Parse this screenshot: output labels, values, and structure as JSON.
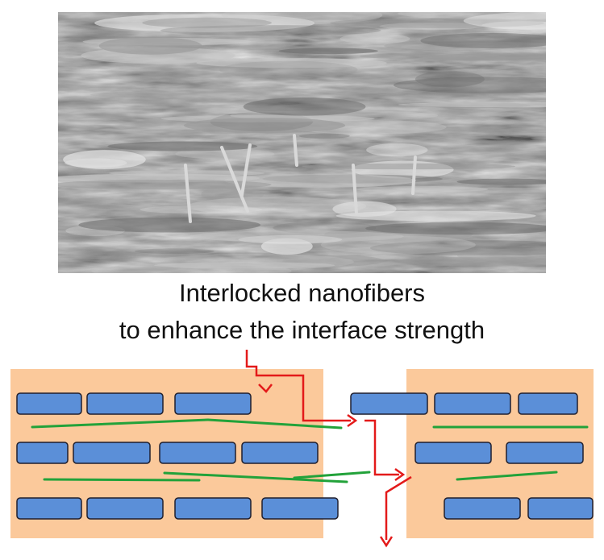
{
  "caption": {
    "line1": "Interlocked nanofibers",
    "line2": "to enhance the interface strength"
  },
  "micrograph": {
    "kind": "sem-micrograph-layered-nanofibers",
    "tones": [
      "#6f6f6f",
      "#9a9a9a",
      "#c8c8c8",
      "#e6e6e6"
    ]
  },
  "diagram": {
    "matrix_color": "#fbc99b",
    "platelet_fill": "#5b8fd8",
    "platelet_stroke": "#1f1f2e",
    "fiber_color": "#22a23a",
    "crack_color": "#e31a1a",
    "matrix_blocks": [
      "left-block",
      "right-block"
    ],
    "platelets_per_row": {
      "left_block": [
        3,
        4,
        4
      ],
      "right_block": [
        3,
        2,
        2
      ]
    },
    "fiber_count": 6,
    "crack_arrowheads": 4
  }
}
